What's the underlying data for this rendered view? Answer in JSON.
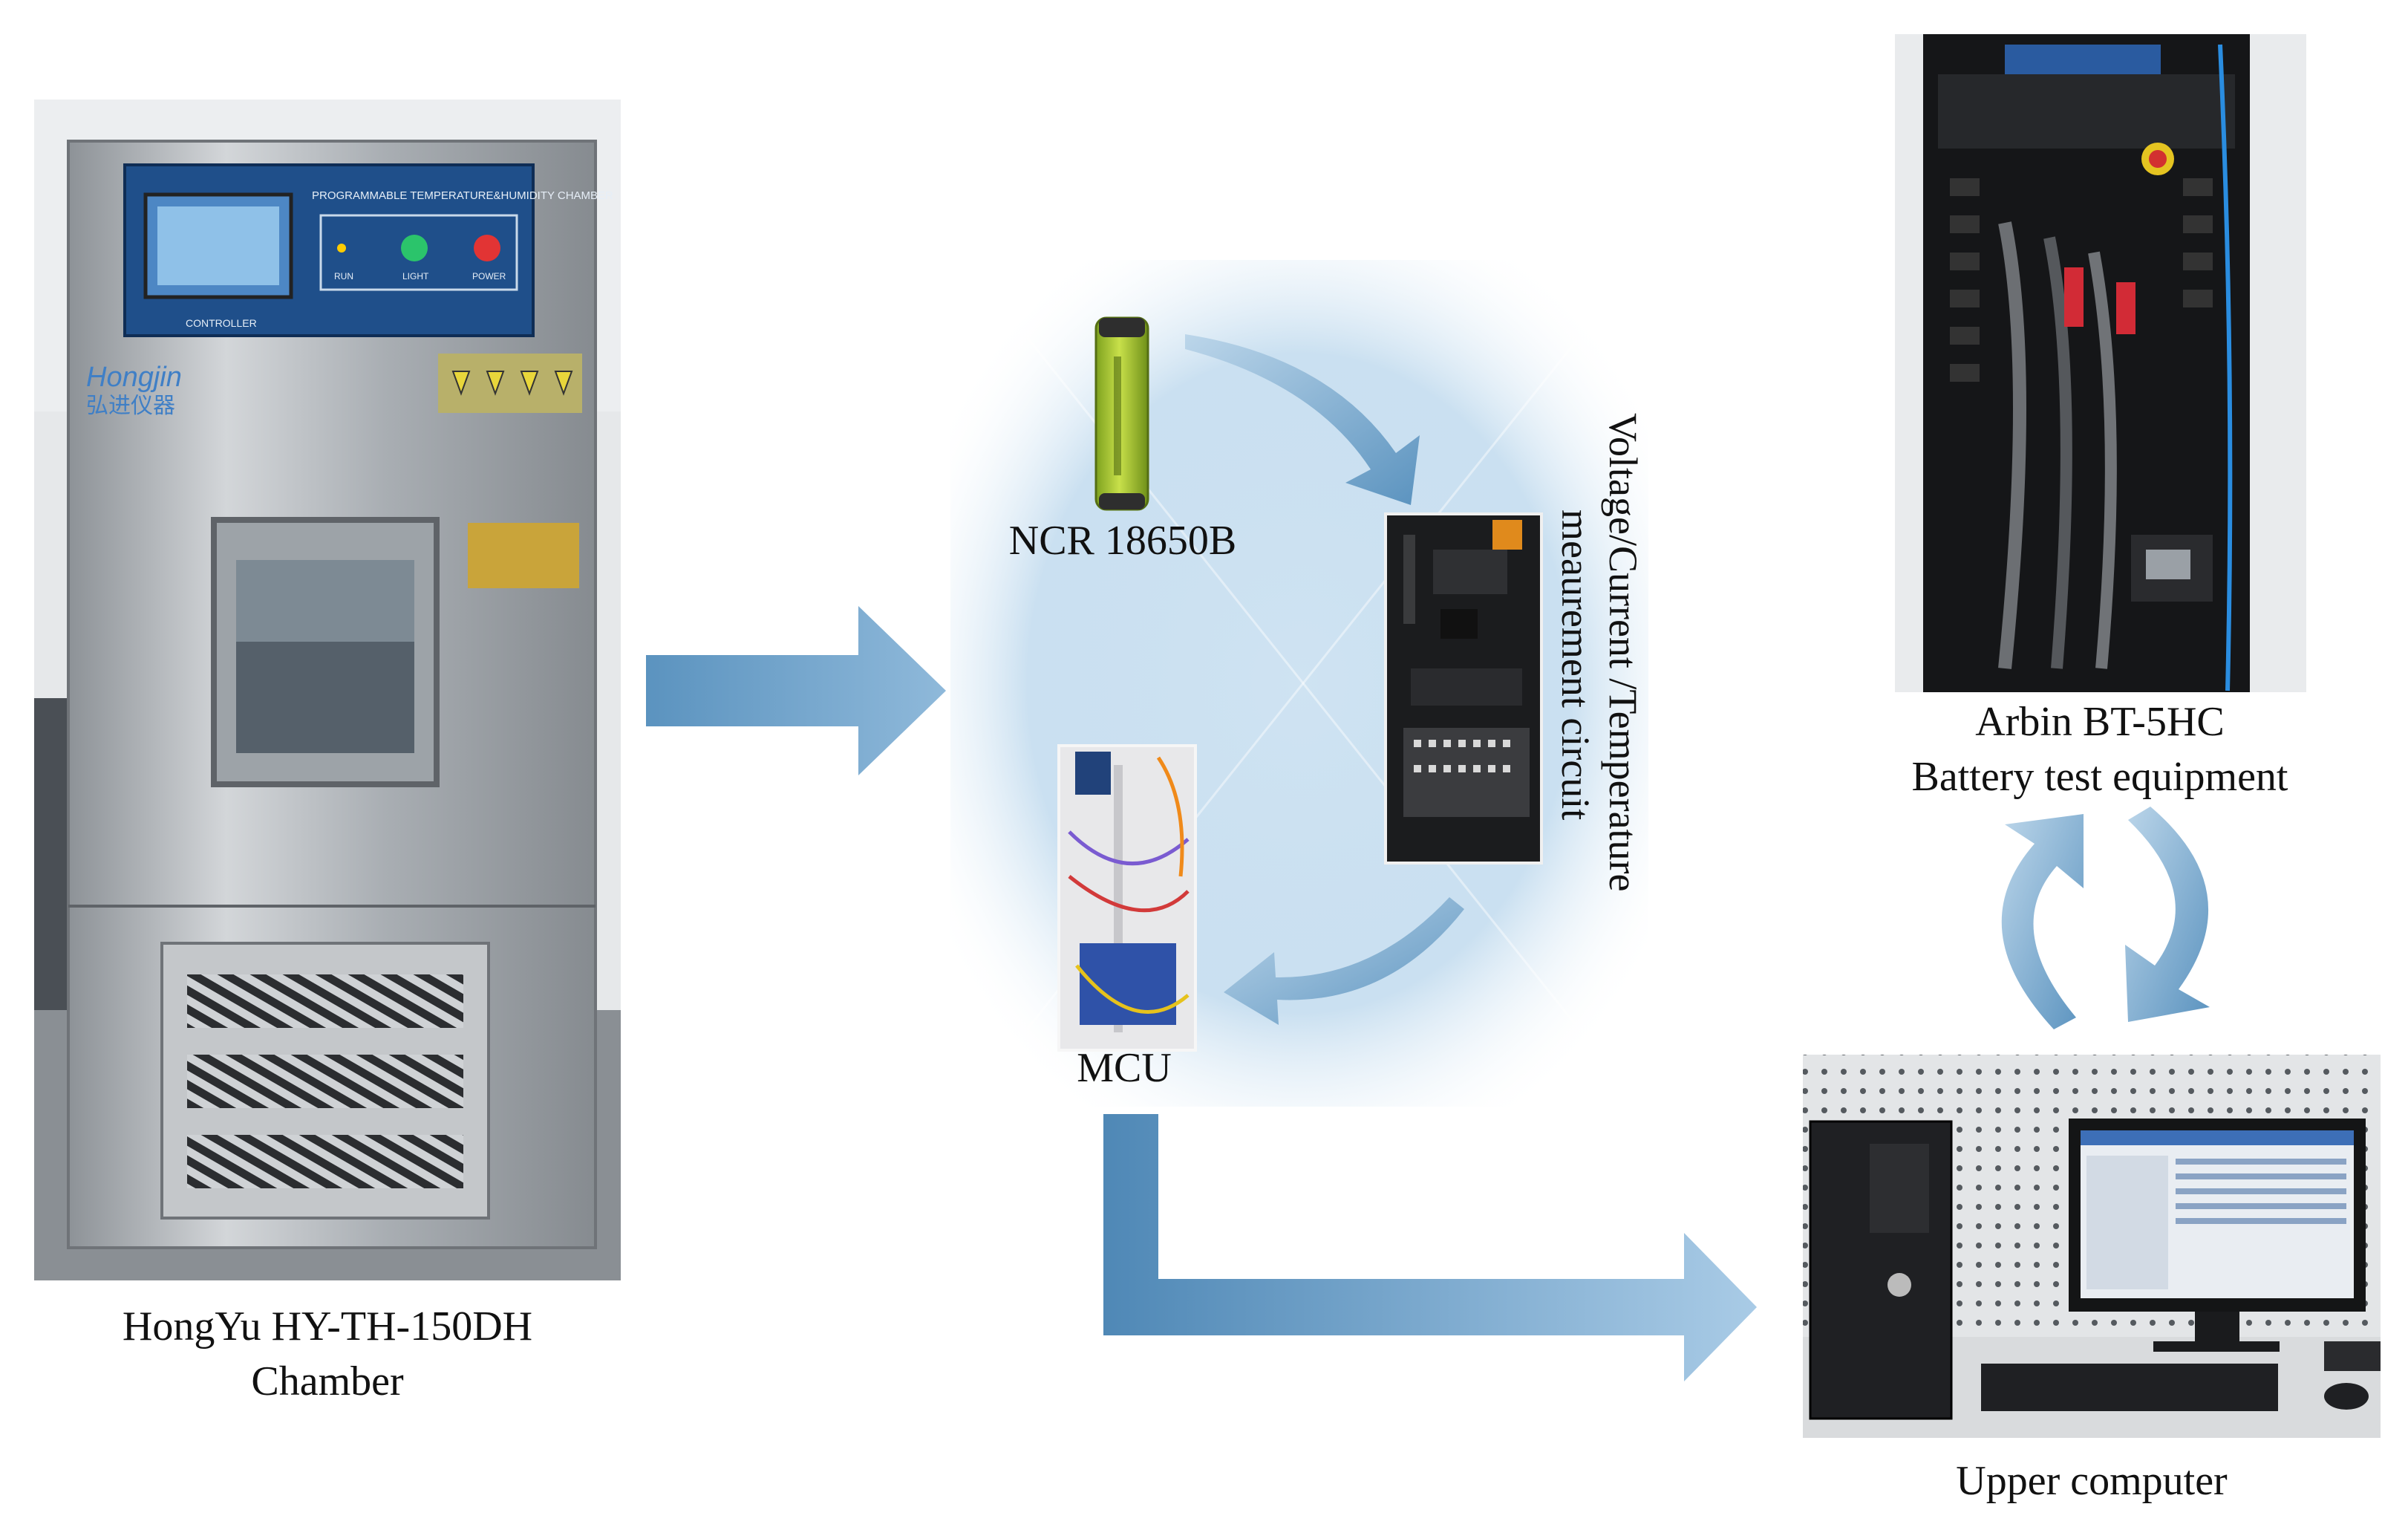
{
  "chamber": {
    "label_line1": "HongYu HY-TH-150DH",
    "label_line2": "Chamber",
    "panel_title": "PROGRAMMABLE TEMPERATURE&HUMIDITY CHAMBER",
    "panel_caption": "CONTROLLER",
    "panel_button_labels": [
      "RUN",
      "LIGHT",
      "POWER"
    ],
    "brand_text": "Hongjin",
    "brand_sub": "弘进仪器",
    "body_color": "#b9bdc1"
  },
  "battery": {
    "label": "NCR 18650B",
    "color": "#b6d33a"
  },
  "measurement_circuit": {
    "label_line1": "Voltage/Current /Temperature",
    "label_line2": "meaurement circuit"
  },
  "mcu": {
    "label": "MCU"
  },
  "tester": {
    "label_line1": "Arbin BT-5HC",
    "label_line2": "Battery test equipment"
  },
  "computer": {
    "label": "Upper computer"
  },
  "colors": {
    "arrow": "#5b93bf",
    "arrow_light": "#bcd6ea",
    "panel_glow": "#b9d6ec"
  }
}
